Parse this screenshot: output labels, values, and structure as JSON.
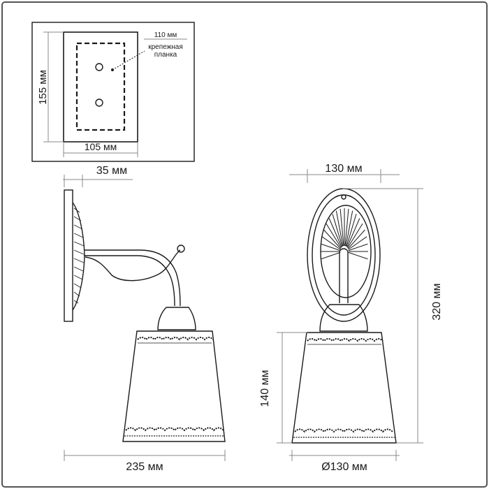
{
  "mounting_plate": {
    "height_label": "155 мм",
    "width_label": "105 мм",
    "hole_spacing_label": "110 мм",
    "plate_label_line1": "крепежная",
    "plate_label_line2": "планка"
  },
  "side_view": {
    "depth_label": "35 мм",
    "length_label": "235 мм"
  },
  "front_view": {
    "width_label": "130 мм",
    "total_height_label": "320 мм",
    "shade_height_label": "140 мм",
    "shade_diameter_label": "Ø130 мм"
  },
  "colors": {
    "line": "#1a1a1a",
    "dimension_line": "#8a8a8a",
    "frame": "#555555",
    "background": "#ffffff"
  }
}
